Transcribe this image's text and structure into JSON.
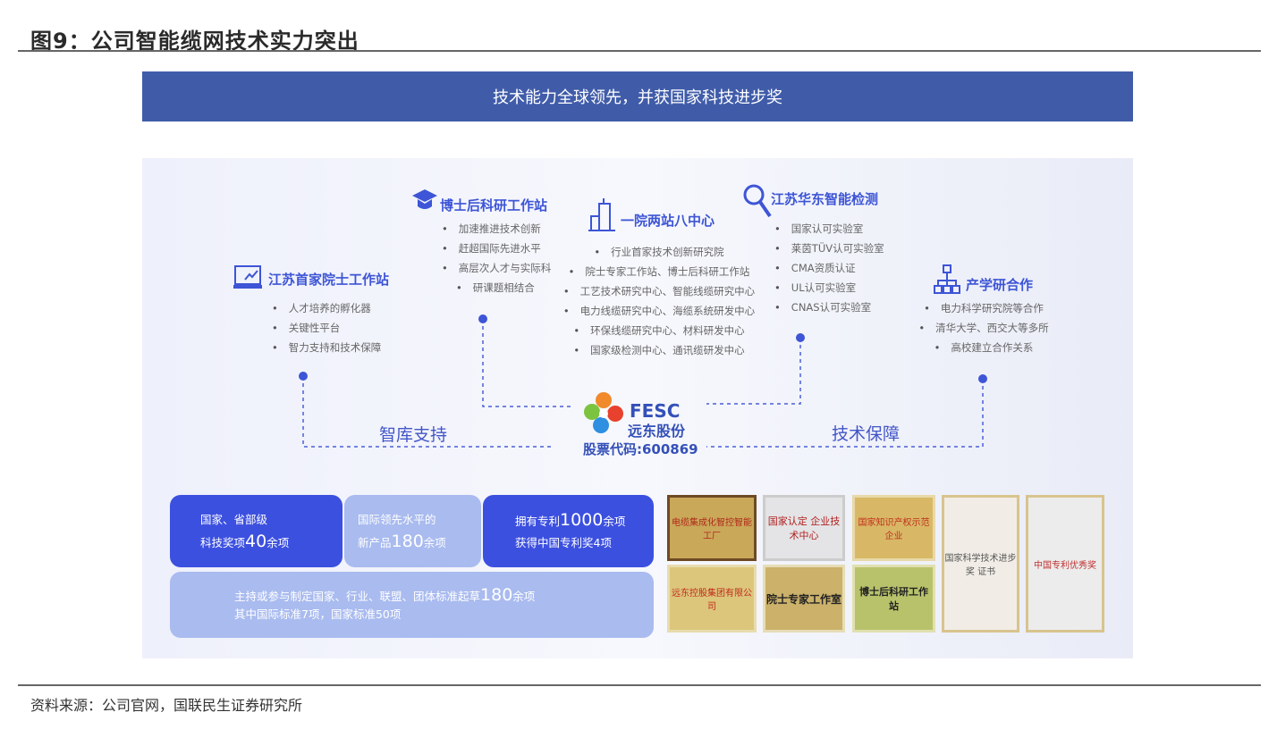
{
  "figure_title": "图9：公司智能缆网技术实力突出",
  "banner": "技术能力全球领先，并获国家科技进步奖",
  "nodes": [
    {
      "title": "江苏首家院士工作站",
      "icon": "chart-monitor-icon",
      "bullets": [
        "人才培养的孵化器",
        "关键性平台",
        "智力支持和技术保障"
      ]
    },
    {
      "title": "博士后科研工作站",
      "icon": "graduation-cap-icon",
      "bullets": [
        "加速推进技术创新",
        "赶超国际先进水平",
        "高层次人才与实际科",
        "研课题相结合"
      ]
    },
    {
      "title": "一院两站八中心",
      "icon": "building-icon",
      "bullets": [
        "行业首家技术创新研究院",
        "院士专家工作站、博士后科研工作站",
        "工艺技术研究中心、智能线缆研究中心",
        "电力线缆研究中心、海缆系统研发中心",
        "环保线缆研究中心、材料研发中心",
        "国家级检测中心、通讯缆研发中心"
      ]
    },
    {
      "title": "江苏华东智能检测",
      "icon": "magnifier-icon",
      "bullets": [
        "国家认可实验室",
        "莱茵TÜV认可实验室",
        "CMA资质认证",
        "UL认可实验室",
        "CNAS认可实验室"
      ]
    },
    {
      "title": "产学研合作",
      "icon": "org-chart-icon",
      "bullets": [
        "电力科学研究院等合作",
        "清华大学、西交大等多所",
        "高校建立合作关系"
      ]
    }
  ],
  "labels": {
    "left": "智库支持",
    "right": "技术保障"
  },
  "logo": {
    "brand": "FESC",
    "name": "远东股份",
    "stock": "股票代码:600869"
  },
  "stats": {
    "awards": {
      "l1": "国家、省部级",
      "l2a": "科技奖项",
      "n": "40",
      "l2b": "余项"
    },
    "products": {
      "l1": "国际领先水平的",
      "l2a": "新产品",
      "n": "180",
      "l2b": "余项"
    },
    "patents": {
      "l1a": "拥有专利",
      "n": "1000",
      "l1b": "余项",
      "l2": "获得中国专利奖4项"
    },
    "standards": {
      "l1a": "主持或参与制定国家、行业、联盟、团体标准起草",
      "n": "180",
      "l1b": "余项",
      "l2": "其中国际标准7项，国家标准50项"
    }
  },
  "plaques": [
    "电缆集成化智控智能工厂",
    "国家认定 企业技术中心",
    "国家知识产权示范企业",
    "国家科学技术进步奖 证书",
    "中国专利优秀奖",
    "远东控股集团有限公司",
    "院士专家工作室",
    "博士后科研工作站"
  ],
  "source": "资料来源：公司官网，国联民生证券研究所",
  "colors": {
    "accent": "#3d55d6",
    "banner": "#405ca9",
    "dark_box": "#3c50e0",
    "light_box": "#a9bbef"
  }
}
